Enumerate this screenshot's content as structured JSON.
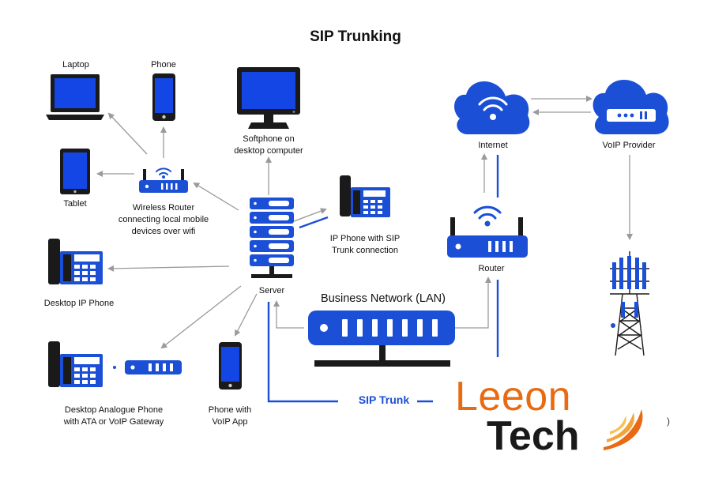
{
  "title": "SIP Trunking",
  "labels": {
    "laptop": "Laptop",
    "phone": "Phone",
    "softphone_line1": "Softphone on",
    "softphone_line2": "desktop computer",
    "internet": "Internet",
    "voip_provider": "VoIP Provider",
    "tablet": "Tablet",
    "wireless_router_line1": "Wireless Router",
    "wireless_router_line2": "connecting local mobile",
    "wireless_router_line3": "devices over wifi",
    "ip_phone_line1": "IP Phone with SIP",
    "ip_phone_line2": "Trunk connection",
    "router": "Router",
    "server": "Server",
    "desktop_ip_phone": "Desktop IP Phone",
    "business_network": "Business Network (LAN)",
    "desktop_analogue_line1": "Desktop Analogue Phone",
    "desktop_analogue_line2": "with ATA or VoIP Gateway",
    "phone_voip_line1": "Phone with",
    "phone_voip_line2": "VoIP App",
    "sip_trunk": "SIP Trunk",
    "stray_mark": ")"
  },
  "logo": {
    "line1": "Leeon",
    "line2": "Tech"
  },
  "colors": {
    "device_blue": "#1a4fd6",
    "screen_blue": "#1446e6",
    "dark": "#1a1a1a",
    "arrow_gray": "#9a9a9a",
    "trunk_blue": "#1a4fd6",
    "logo_orange": "#e86a12"
  }
}
